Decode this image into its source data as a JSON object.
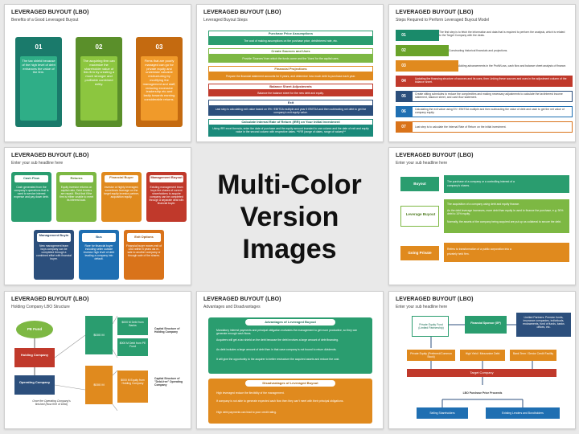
{
  "hero": {
    "line1": "Multi-Color",
    "line2": "Version Images"
  },
  "colors": {
    "green": "#2a9d6f",
    "lime": "#7db843",
    "orange": "#e08a1e",
    "red": "#c0392b",
    "navy": "#2c4f7c",
    "blue": "#1f6fb2",
    "teal": "#1a8a7a",
    "darkorange": "#d9731a",
    "brown": "#9a5a1b"
  },
  "s1": {
    "title": "LEVERAGED BUYOUT (LBO)",
    "subtitle": "Benefits of a Good Leveraged Buyout",
    "cards": [
      {
        "num": "01",
        "text": "The tax shield because of the high level of debt enhances the value of the firm."
      },
      {
        "num": "02",
        "text": "The acquiring firm can maximize the shareholder value of this firm by creating a much stronger and profitable combined entity."
      },
      {
        "num": "03",
        "text": "Firms that are poorly managed can go for private equity and undertake valuable restructuring by modifying the management and staff, reducing excessive leadership etc and lastly towards earning considerable returns."
      }
    ]
  },
  "s2": {
    "title": "LEVERAGED BUYOUT (LBO)",
    "subtitle": "Leveraged Buyout Steps",
    "steps": [
      {
        "head": "Purchase Price Assumptions",
        "body": "The cost of making assumptions on the purchase price, debt/interest rate, etc."
      },
      {
        "head": "Create Sources and Uses",
        "body": "Provide 'Sources' from which the funds come and the 'Uses' for the capital uses."
      },
      {
        "head": "Financial Projections",
        "body": "Prepare the financial statement accounts for 5 years, and determine how much debt to purchase each year."
      },
      {
        "head": "Balance Sheet Adjustments",
        "body": "Balance the balance sheet for the new debt and equity."
      },
      {
        "head": "Exit",
        "body": "Last step is calculating exit value based on 5% / EBITDA multiple and year 5 EBITDA and then subtracting net debt to get the company's exit equity value."
      },
      {
        "head": "Calculate Internal Rate of Return (IRR) on Your Initial Investment",
        "body": "Using IRR excel formula, enter the date of purchase and the equity amount invested in one column and the date of exit and equity value in the second column with respective dates. **IRR (range of dates, range of values)**"
      }
    ]
  },
  "s3": {
    "title": "LEVERAGED BUYOUT (LBO)",
    "subtitle": "Steps Required to Perform Leveraged Buyout Model",
    "rows": [
      {
        "num": "01",
        "text": "The first step is to fetch the information and data that is required to perform the analysis, which is related to the Target Company with the deals."
      },
      {
        "num": "02",
        "text": "Constructing historical financials and projections."
      },
      {
        "num": "03",
        "text": "Adding advancements in the Profit/Loss, cash flow and balance sheet analysis of finance."
      },
      {
        "num": "04",
        "text": "Updating the financing structure of sources and its uses, then Linking these sources and uses in the adjustment column of the balance sheet."
      },
      {
        "num": "05",
        "text": "Create sitting schedules to reduce the complexities and making necessary adjustments to calculate the tax/interest income statement, balance sheet, and cash flow statement."
      },
      {
        "num": "06",
        "text": "Calculating the exit value using EV / EBITDA multiple and then subtracting the value of debt and cash to get the net value of company equity."
      },
      {
        "num": "07",
        "text": "Last step is to calculate the Internal Rate of Return on the initial investment."
      }
    ]
  },
  "s4": {
    "title": "LEVERAGED BUYOUT (LBO)",
    "subtitle": "Enter your sub headline here",
    "top": [
      {
        "head": "Cash Flow",
        "text": "Cash generated from the company's operations that is used to service interest expense and pay down debt."
      },
      {
        "head": "Returns",
        "text": "Equity investor returns on capital ratio, Debt lenders are repaid. Risk that if the firm is either unable to meet its interest load."
      },
      {
        "head": "Financial Buyer",
        "text": "Investor or highly leveraged, sometimes leverage on the target equity investor partner, acquisition equity."
      },
      {
        "head": "Management Buyout",
        "text": "Existing management team buys the shares of current shareholders to acquire company can be completed through a separate deal with financial buyer."
      }
    ],
    "bottom": [
      {
        "head": "Management Buyin",
        "text": "New management team buys company can be completed through a combined effort with financial buyer."
      },
      {
        "head": "Bus",
        "text": "Rare for financial buyer including seller outside investor high level of debt leading a company into default."
      },
      {
        "head": "Exit Options",
        "text": "Financial buyer moves exit of LBO within 5 years via re-sale to another company or through sale of the shares."
      }
    ]
  },
  "s5": {
    "title": "LEVERAGED BUYOUT (LBO)",
    "subtitle": "Enter your sub headline here",
    "rows": [
      {
        "label": "Buyout",
        "lines": [
          "The purchase of a company or a controlling interest of a",
          "company's shares."
        ]
      },
      {
        "label": "Leverage Buyout",
        "lines": [
          "The acquisition of a company using debt and equity finance.",
          "As the debt leverage increases, more debt than equity is used to finance the purchase, e.g. 90% debt to 10% equity.",
          "Normally, the assets of the company being acquired are put up as collateral to secure the debt."
        ]
      },
      {
        "label": "Going Private",
        "lines": [
          "Refers to transformation of a public corporation into a",
          "privately held firm."
        ]
      }
    ]
  },
  "s6": {
    "title": "LEVERAGED BUYOUT (LBO)",
    "subtitle": "Holding Company LBO Structure",
    "pe": "PE Fund",
    "holding": "Holding Company",
    "operating": "Operating Company",
    "sml1": "$000 M",
    "sml2": "$000 M",
    "sb1": "$000 M Debt from Banks",
    "sb2": "$000 M Debt from PE Fund",
    "sb3": "$000 M Equity from Holding Company",
    "cap1": "Capital Structure of Holding Company",
    "cap2": "Capital Structure of \"Debt-free\" Operating Company",
    "note": "Once the Operating Company's finished (Now free of Debt)"
  },
  "s7": {
    "title": "LEVERAGED BUYOUT (LBO)",
    "subtitle": "Advantages and Disadvantages",
    "adv_head": "Advantages of Leveraged Buyout",
    "adv": [
      "Mandatory interest payments and principal obligation motivates the management to get more productive, so they can generate enough cash flows.",
      "Acquirers will get a tax shield on the debt because the debt involves a large amount of debt financing.",
      "As debt includes a large amount of debt then in that case company is not bound to return dividends.",
      "It will give the opportunity to the acquirer to better restructure the acquired assets and reduce the cost."
    ],
    "dis_head": "Disadvantages of Leveraged Buyout",
    "dis": [
      "High leveraged reduce the flexibility of the management.",
      "If company is not able to generate expected cash flow then they can't meet with their principal obligations.",
      "High debt payments can lead to poor credit rating."
    ]
  },
  "s8": {
    "title": "LEVERAGED BUYOUT (LBO)",
    "subtitle": "Enter your sub headline here",
    "pef": "Private Equity Fund (Limited Partnership)",
    "fs": "Financial Sponsor (GP)",
    "lp": "Limited Partners: Pension funds, insurance companies, individuals, endowments, fund of funds, banks offices, etc.",
    "d1": "Private Equity (Preferred/Common Stock)",
    "d2": "High Yield / Mezzanine Debt",
    "d3": "Bank Term / Senior Credit Facility",
    "tc": "Target Company",
    "pp": "LBO Purchase Price Proceeds",
    "out1": "Selling Shareholders",
    "out2": "Existing Lenders and Bondholders"
  }
}
